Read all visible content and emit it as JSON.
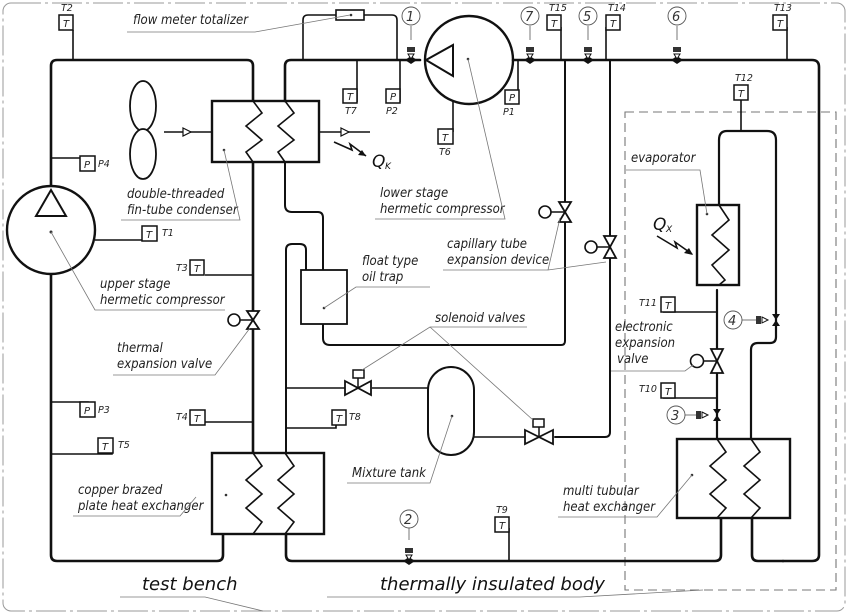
{
  "title": "Two-stage cascade refrigeration test bench schematic",
  "labels": {
    "flow_meter": "flow meter totalizer",
    "condenser_1": "double-threaded",
    "condenser_2": "fin-tube condenser",
    "upper_comp_1": "upper stage",
    "upper_comp_2": "hermetic compressor",
    "lower_comp_1": "lower stage",
    "lower_comp_2": "hermetic compressor",
    "oil_trap_1": "float type",
    "oil_trap_2": "oil trap",
    "capillary_1": "capillary tube",
    "capillary_2": "expansion device",
    "solenoid": "solenoid valves",
    "evaporator": "evaporator",
    "eev_1": "electronic",
    "eev_2": "expansion",
    "eev_3": "valve",
    "txv_1": "thermal",
    "txv_2": "expansion valve",
    "mixture_tank": "Mixture tank",
    "plate_hx_1": "copper brazed",
    "plate_hx_2": "plate heat exchanger",
    "multi_hx_1": "multi tubular",
    "multi_hx_2": "heat exchanger",
    "test_bench": "test bench",
    "insulated_body": "thermally insulated body"
  },
  "heat": {
    "qk": "Q",
    "qk_sub": "K",
    "qx": "Q",
    "qx_sub": "X"
  },
  "sensor_letters": {
    "temp": "T",
    "pressure": "P"
  },
  "sensors": {
    "T1": "T1",
    "T2": "T2",
    "T3": "T3",
    "T4": "T4",
    "T5": "T5",
    "T6": "T6",
    "T7": "T7",
    "T8": "T8",
    "T9": "T9",
    "T10": "T10",
    "T11": "T11",
    "T12": "T12",
    "T13": "T13",
    "T14": "T14",
    "T15": "T15",
    "P1": "P1",
    "P2": "P2",
    "P3": "P3",
    "P4": "P4"
  },
  "service_valves": [
    "1",
    "2",
    "3",
    "4",
    "5",
    "6",
    "7"
  ]
}
